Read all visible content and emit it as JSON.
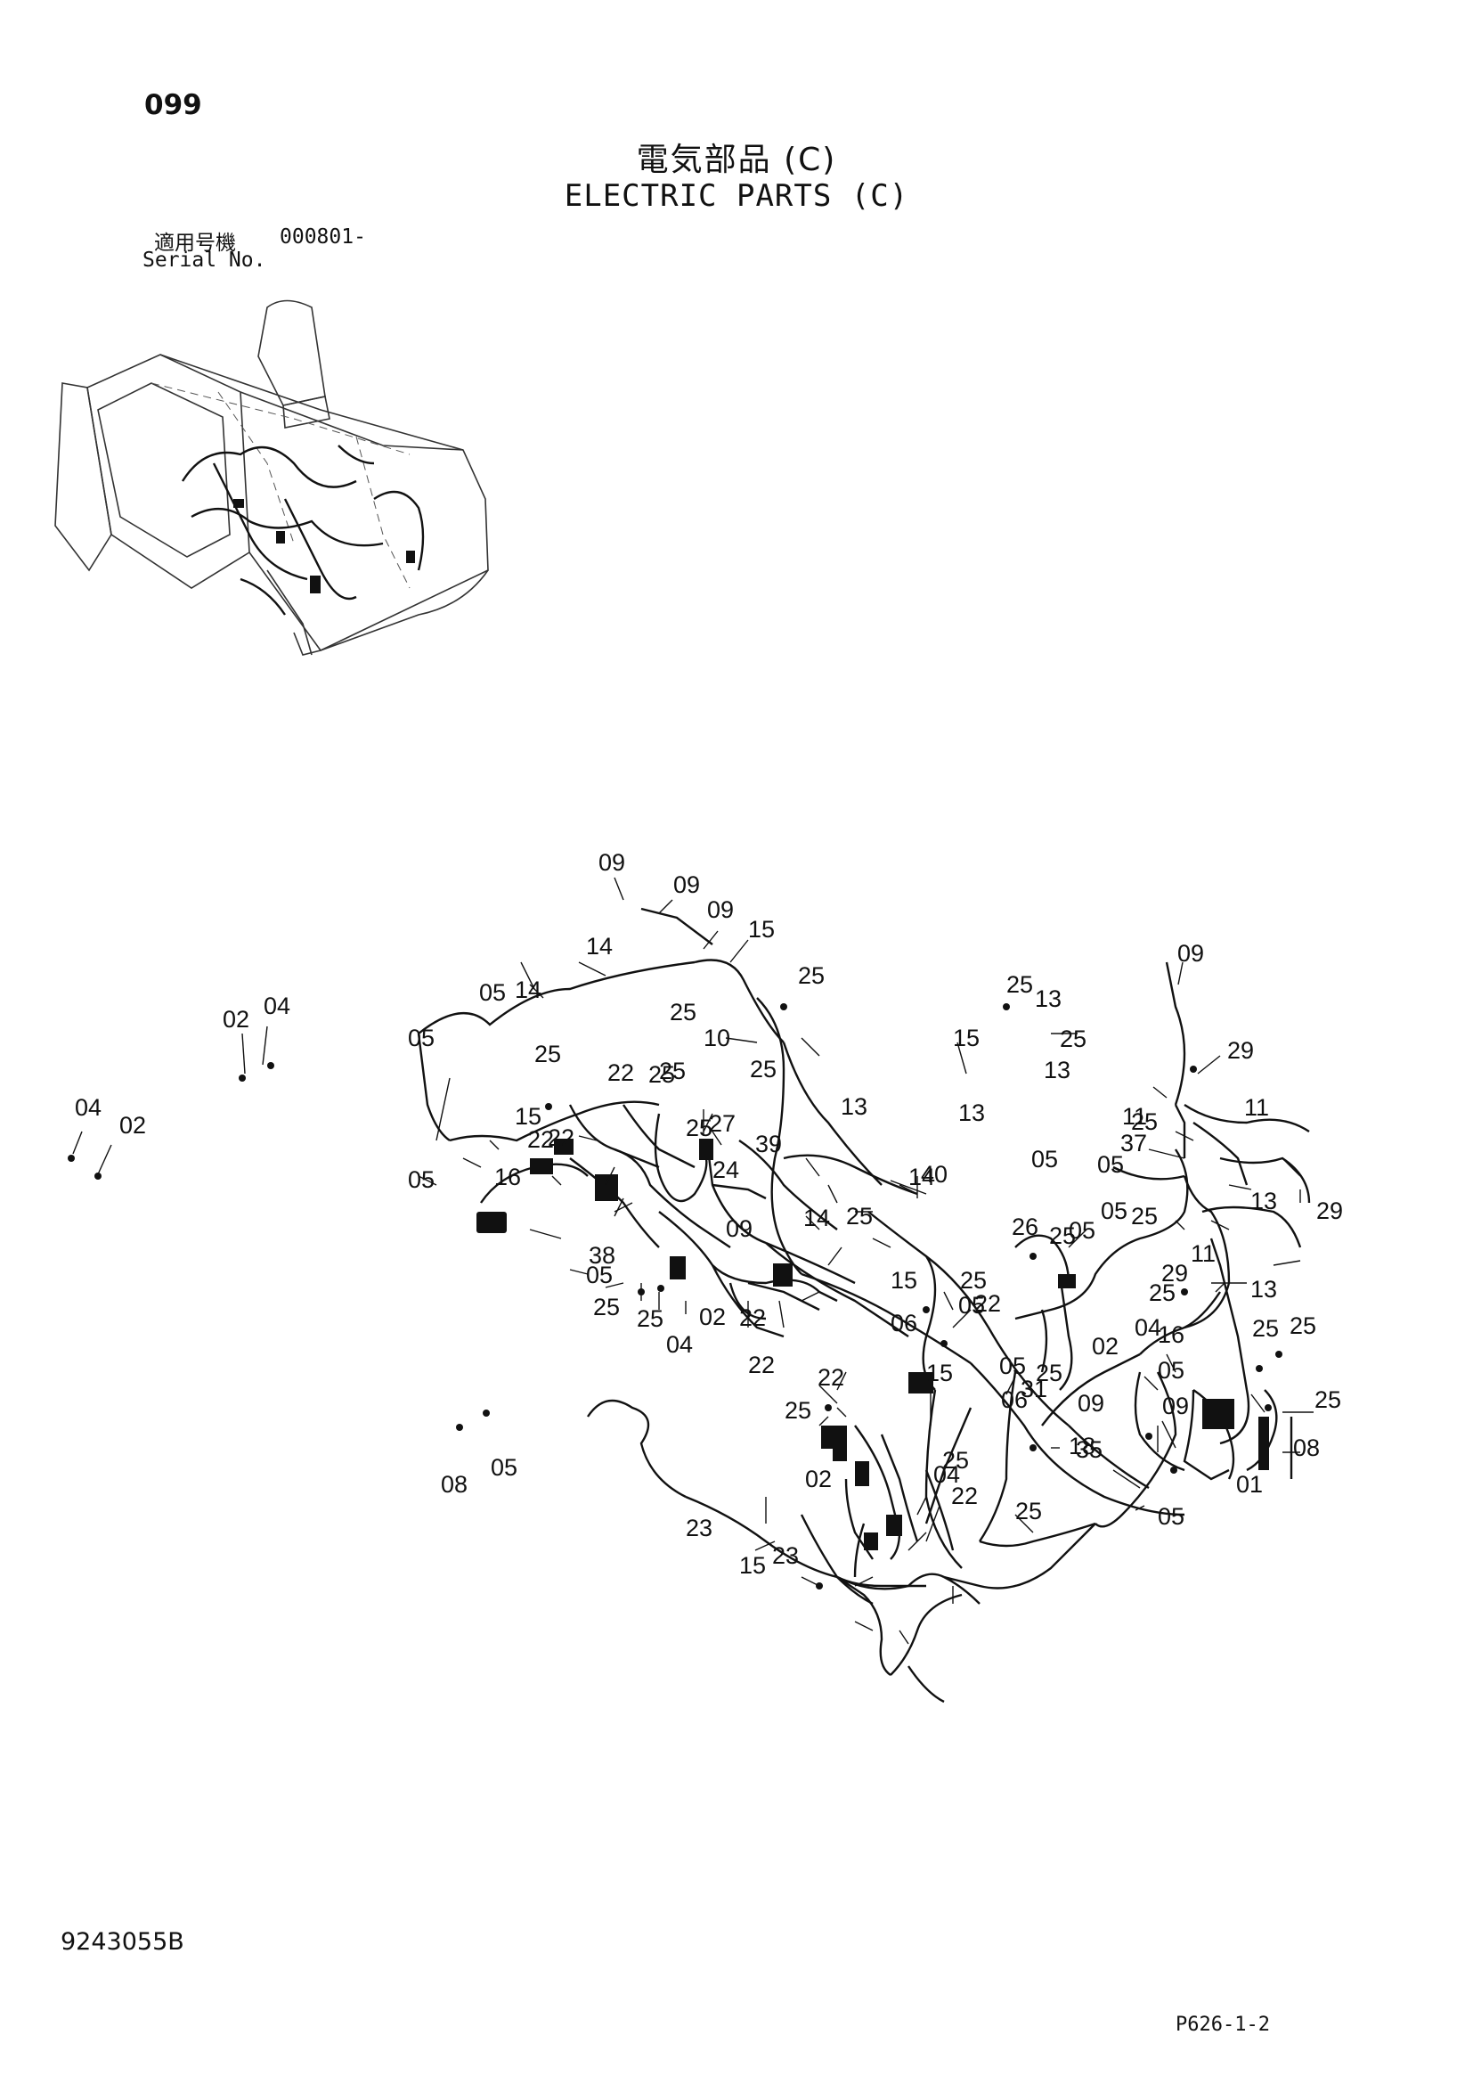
{
  "header": {
    "page_number": "099",
    "title_jp": "電気部品 (C)",
    "title_en": "ELECTRIC PARTS (C)",
    "serial_label_jp": "適用号機",
    "serial_value": "000801-",
    "serial_label_en": "Serial No."
  },
  "footer": {
    "document_code": "9243055B",
    "page_reference": "P626-1-2"
  },
  "callouts": [
    "09",
    "09",
    "09",
    "15",
    "14",
    "14",
    "05",
    "05",
    "25",
    "25",
    "10",
    "25",
    "25",
    "13",
    "15",
    "25",
    "13",
    "09",
    "29",
    "02",
    "04",
    "05",
    "25",
    "22",
    "25",
    "15",
    "22",
    "25",
    "25",
    "27",
    "39",
    "13",
    "25",
    "11",
    "04",
    "02",
    "22",
    "13",
    "37",
    "11",
    "16",
    "24",
    "14",
    "40",
    "05",
    "05",
    "25",
    "05",
    "09",
    "14",
    "25",
    "26",
    "25",
    "05",
    "13",
    "29",
    "38",
    "05",
    "25",
    "15",
    "25",
    "29",
    "11",
    "25",
    "13",
    "25",
    "04",
    "02",
    "22",
    "22",
    "22",
    "06",
    "05",
    "22",
    "25",
    "25",
    "02",
    "04",
    "05",
    "06",
    "15",
    "16",
    "25",
    "31",
    "05",
    "25",
    "25",
    "09",
    "18",
    "09",
    "35",
    "04",
    "02",
    "25",
    "08",
    "08",
    "05",
    "22",
    "01",
    "05",
    "25",
    "23",
    "15",
    "23"
  ]
}
